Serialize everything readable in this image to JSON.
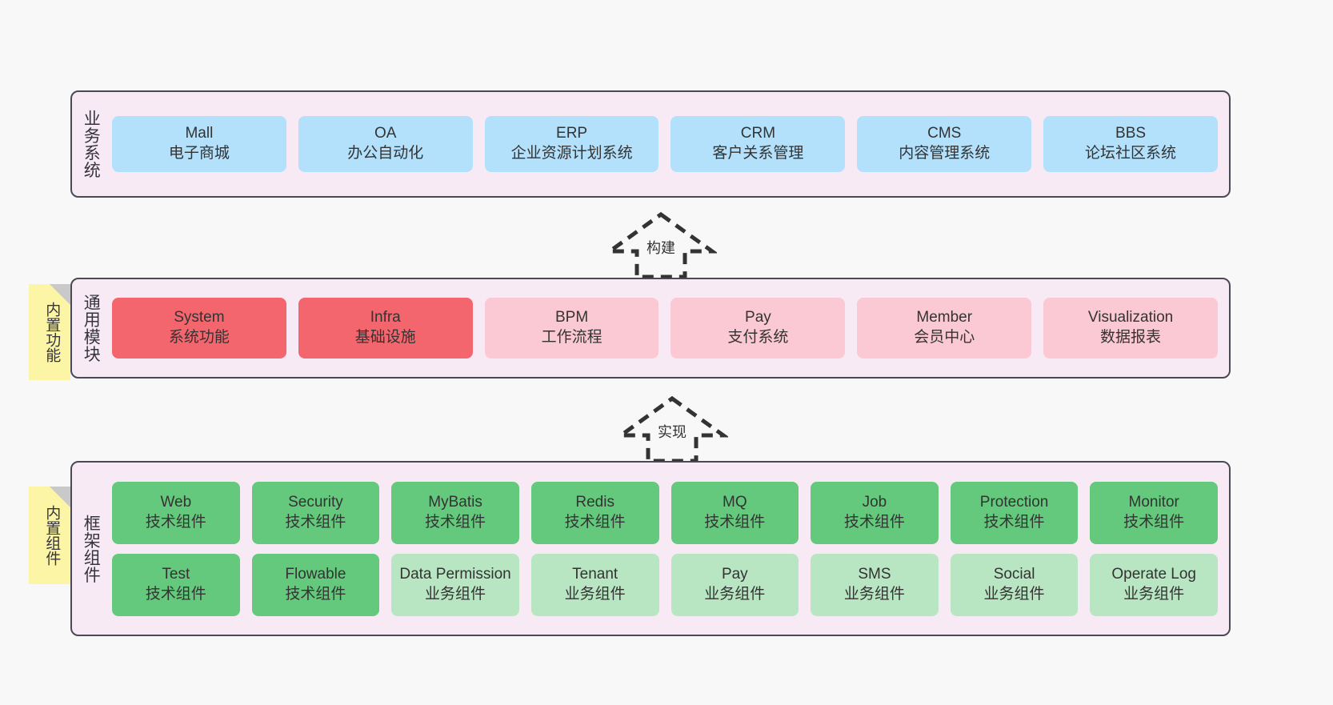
{
  "diagram": {
    "title": "",
    "colors": {
      "panel_bg": "#f7eaf5",
      "panel_border": "#4a4a55",
      "blue": "#b3e0fb",
      "red": "#f4666e",
      "pink": "#fbc9d3",
      "green": "#64c97c",
      "light_green": "#b9e6c2",
      "sticky_yellow": "#fbf5a5",
      "canvas_bg": "#f8f8f8"
    }
  },
  "stickies": [
    {
      "name": "sticky-function",
      "text": "内置功能"
    },
    {
      "name": "sticky-component",
      "text": "内置组件"
    }
  ],
  "arrows": [
    {
      "name": "arrow-build",
      "label": "构建",
      "direction": "up",
      "style": "dashed"
    },
    {
      "name": "arrow-realize",
      "label": "实现",
      "direction": "up",
      "style": "dashed"
    }
  ],
  "layers": [
    {
      "id": "business",
      "label": "业务系统",
      "rows": [
        {
          "cells": [
            {
              "en": "Mall",
              "cn": "电子商城",
              "color": "blue"
            },
            {
              "en": "OA",
              "cn": "办公自动化",
              "color": "blue"
            },
            {
              "en": "ERP",
              "cn": "企业资源计划系统",
              "color": "blue"
            },
            {
              "en": "CRM",
              "cn": "客户关系管理",
              "color": "blue"
            },
            {
              "en": "CMS",
              "cn": "内容管理系统",
              "color": "blue"
            },
            {
              "en": "BBS",
              "cn": "论坛社区系统",
              "color": "blue"
            }
          ]
        }
      ]
    },
    {
      "id": "common",
      "label": "通用模块",
      "rows": [
        {
          "cells": [
            {
              "en": "System",
              "cn": "系统功能",
              "color": "red"
            },
            {
              "en": "Infra",
              "cn": "基础设施",
              "color": "red"
            },
            {
              "en": "BPM",
              "cn": "工作流程",
              "color": "pink"
            },
            {
              "en": "Pay",
              "cn": "支付系统",
              "color": "pink"
            },
            {
              "en": "Member",
              "cn": "会员中心",
              "color": "pink"
            },
            {
              "en": "Visualization",
              "cn": "数据报表",
              "color": "pink"
            }
          ]
        }
      ]
    },
    {
      "id": "frame",
      "label": "框架组件",
      "rows": [
        {
          "cells": [
            {
              "en": "Web",
              "cn": "技术组件",
              "color": "green"
            },
            {
              "en": "Security",
              "cn": "技术组件",
              "color": "green"
            },
            {
              "en": "MyBatis",
              "cn": "技术组件",
              "color": "green"
            },
            {
              "en": "Redis",
              "cn": "技术组件",
              "color": "green"
            },
            {
              "en": "MQ",
              "cn": "技术组件",
              "color": "green"
            },
            {
              "en": "Job",
              "cn": "技术组件",
              "color": "green"
            },
            {
              "en": "Protection",
              "cn": "技术组件",
              "color": "green"
            },
            {
              "en": "Monitor",
              "cn": "技术组件",
              "color": "green"
            }
          ]
        },
        {
          "cells": [
            {
              "en": "Test",
              "cn": "技术组件",
              "color": "green"
            },
            {
              "en": "Flowable",
              "cn": "技术组件",
              "color": "green"
            },
            {
              "en": "Data Permission",
              "cn": "业务组件",
              "color": "light_green"
            },
            {
              "en": "Tenant",
              "cn": "业务组件",
              "color": "light_green"
            },
            {
              "en": "Pay",
              "cn": "业务组件",
              "color": "light_green"
            },
            {
              "en": "SMS",
              "cn": "业务组件",
              "color": "light_green"
            },
            {
              "en": "Social",
              "cn": "业务组件",
              "color": "light_green"
            },
            {
              "en": "Operate Log",
              "cn": "业务组件",
              "color": "light_green"
            }
          ]
        }
      ]
    }
  ]
}
